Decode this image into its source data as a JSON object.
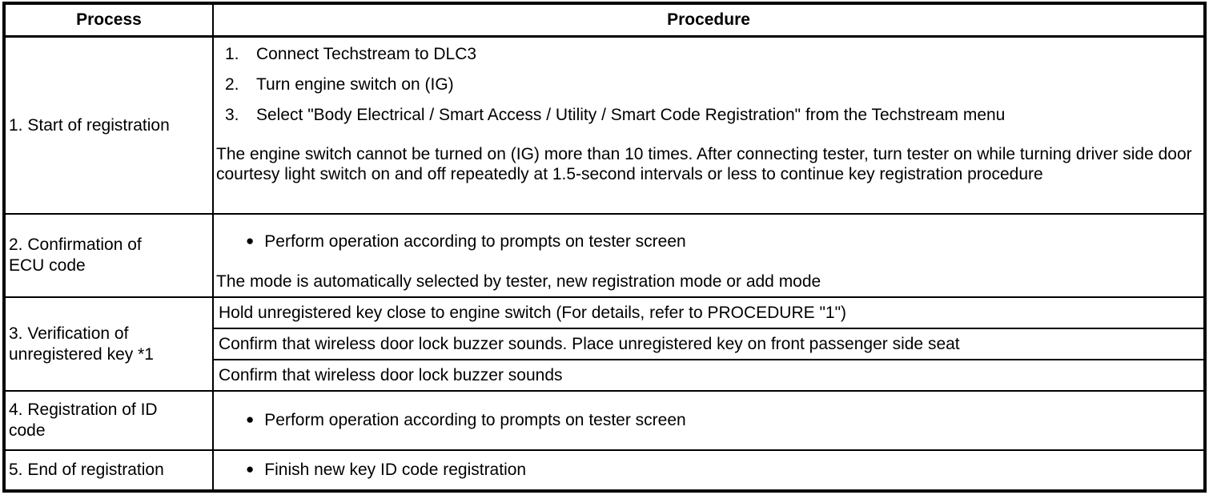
{
  "table": {
    "bullet_glyph": "●",
    "headers": {
      "process": "Process",
      "procedure": "Procedure"
    },
    "rows": [
      {
        "process": "1. Start of registration",
        "steps": [
          {
            "num": "1.",
            "text": "Connect Techstream to DLC3"
          },
          {
            "num": "2.",
            "text": "Turn engine switch on (IG)"
          },
          {
            "num": "3.",
            "text": "Select \"Body Electrical / Smart Access / Utility / Smart Code Registration\" from the Techstream menu"
          }
        ],
        "note": "The engine switch cannot be turned on (IG) more than 10 times. After connecting tester, turn tester on while turning driver side door courtesy light switch on and off repeatedly at 1.5-second intervals or less to continue key registration procedure"
      },
      {
        "process": "2. Confirmation of\nECU code",
        "bullet": "Perform operation according to prompts on tester screen",
        "note": "The mode is automatically selected by tester, new registration mode or add mode"
      },
      {
        "process": "3. Verification of\nunregistered key *1",
        "subrows": [
          "Hold unregistered key close to engine switch (For details, refer to PROCEDURE \"1\")",
          "Confirm that wireless door lock buzzer sounds. Place unregistered key on front passenger side seat",
          "Confirm that wireless door lock buzzer sounds"
        ]
      },
      {
        "process": "4. Registration of ID\ncode",
        "bullet": "Perform operation according to prompts on tester screen"
      },
      {
        "process": "5. End of registration",
        "bullet": "Finish new key ID code registration"
      }
    ]
  }
}
